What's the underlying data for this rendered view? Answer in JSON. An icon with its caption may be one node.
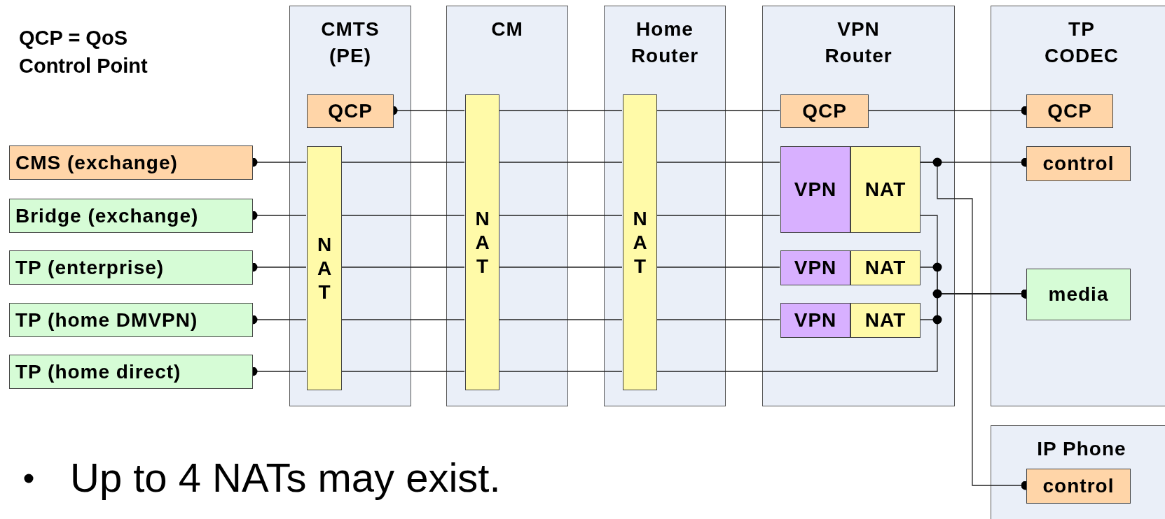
{
  "diagram": {
    "nodes": [
      {
        "text": [
          "CMS (exchange)"
        ]
      },
      {
        "text": [
          "Bridge (exchange)"
        ]
      },
      {
        "text": [
          "TP (enterprise)"
        ]
      },
      {
        "text": [
          "TP (home DMVPN)"
        ]
      },
      {
        "text": [
          "TP (home direct)"
        ]
      },
      {
        "text": [
          "CMTS (PE)"
        ]
      },
      {
        "text": [
          "QCP"
        ],
        "in": 5
      },
      {
        "text": [
          "NAT"
        ],
        "in": 5
      },
      {
        "text": [
          "CM"
        ]
      },
      {
        "text": [
          "NAT"
        ],
        "in": 8
      },
      {
        "text": [
          "Home Router"
        ]
      },
      {
        "text": [
          "NAT"
        ],
        "in": 10
      },
      {
        "text": [
          "VPN Router"
        ]
      },
      {
        "text": [
          "QCP"
        ],
        "in": 12
      },
      {
        "text": [
          "VPN"
        ],
        "in": 12
      },
      {
        "text": [
          "NAT"
        ],
        "in": 12
      },
      {
        "text": [
          "VPN"
        ],
        "in": 12
      },
      {
        "text": [
          "NAT"
        ],
        "in": 12
      },
      {
        "text": [
          "VPN"
        ],
        "in": 12
      },
      {
        "text": [
          "NAT"
        ],
        "in": 12
      },
      {
        "text": [
          "TP CODEC"
        ]
      },
      {
        "text": [
          "QCP"
        ],
        "in": 20
      },
      {
        "text": [
          "control"
        ],
        "in": 20
      },
      {
        "text": [
          "media"
        ],
        "in": 20
      },
      {
        "text": [
          "IP Phone"
        ]
      },
      {
        "text": [
          "control"
        ],
        "in": 24
      }
    ],
    "edges": [
      {
        "from": 0,
        "to": 7,
        "arrow": "other"
      },
      {
        "from": 7,
        "to": 9,
        "arrow": "none"
      },
      {
        "from": 9,
        "to": 11,
        "arrow": "none"
      },
      {
        "from": 11,
        "to": 14,
        "arrow": "none"
      },
      {
        "from": 1,
        "to": 7,
        "arrow": "other"
      },
      {
        "from": 7,
        "to": 9,
        "arrow": "none"
      },
      {
        "from": 9,
        "to": 11,
        "arrow": "none"
      },
      {
        "from": 11,
        "to": 14,
        "arrow": "none"
      },
      {
        "from": 2,
        "to": 7,
        "arrow": "other"
      },
      {
        "from": 7,
        "to": 9,
        "arrow": "none"
      },
      {
        "from": 9,
        "to": 11,
        "arrow": "none"
      },
      {
        "from": 11,
        "to": 16,
        "arrow": "none"
      },
      {
        "from": 3,
        "to": 7,
        "arrow": "other"
      },
      {
        "from": 7,
        "to": 9,
        "arrow": "none"
      },
      {
        "from": 9,
        "to": 11,
        "arrow": "none"
      },
      {
        "from": 11,
        "to": 18,
        "arrow": "none"
      },
      {
        "from": 4,
        "to": 7,
        "arrow": "other"
      },
      {
        "from": 7,
        "to": 9,
        "arrow": "none"
      },
      {
        "from": 9,
        "to": 11,
        "arrow": "none"
      },
      {
        "from": 23,
        "to": 11,
        "arrow": "other"
      },
      {
        "from": 6,
        "to": 9,
        "arrow": "other"
      },
      {
        "from": 9,
        "to": 11,
        "arrow": "none"
      },
      {
        "from": 11,
        "to": 13,
        "arrow": "none"
      },
      {
        "from": 21,
        "to": 13,
        "arrow": "other"
      },
      {
        "from": 22,
        "to": 15,
        "arrow": "other"
      },
      {
        "from": 25,
        "to": 15,
        "arrow": "other"
      },
      {
        "from": 23,
        "to": 15,
        "arrow": "other"
      },
      {
        "from": 23,
        "to": 17,
        "arrow": "other"
      },
      {
        "from": 23,
        "to": 19,
        "arrow": "other"
      }
    ],
    "labels": [
      "QCP = QoS Control Point",
      "Up to 4 NATs may exist."
    ]
  }
}
